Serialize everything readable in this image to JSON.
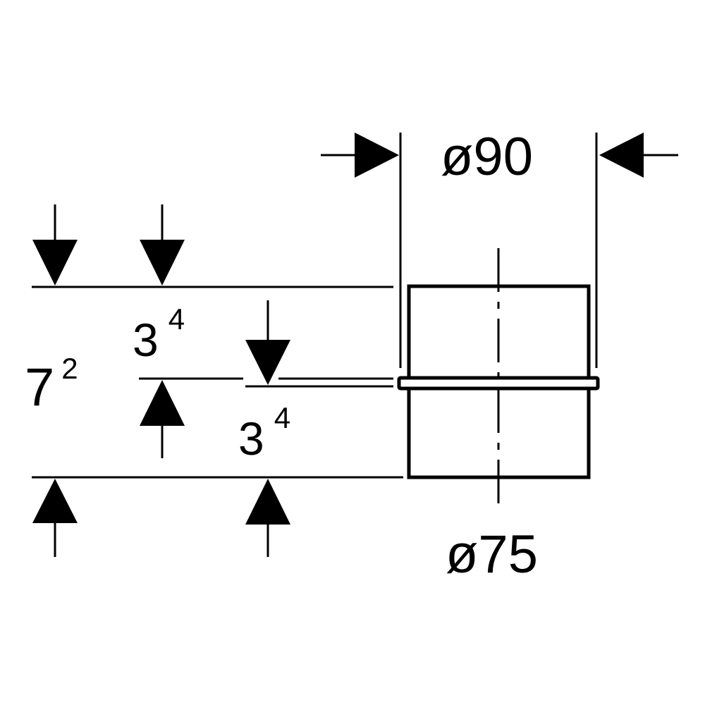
{
  "colors": {
    "line": "#000000",
    "background": "#ffffff"
  },
  "dimensions": {
    "outer_diameter": "ø90",
    "inner_diameter": "ø75",
    "total_height": {
      "base": "7",
      "sup": "2"
    },
    "upper_height": {
      "base": "3",
      "sup": "4"
    },
    "lower_height": {
      "base": "3",
      "sup": "4"
    }
  }
}
